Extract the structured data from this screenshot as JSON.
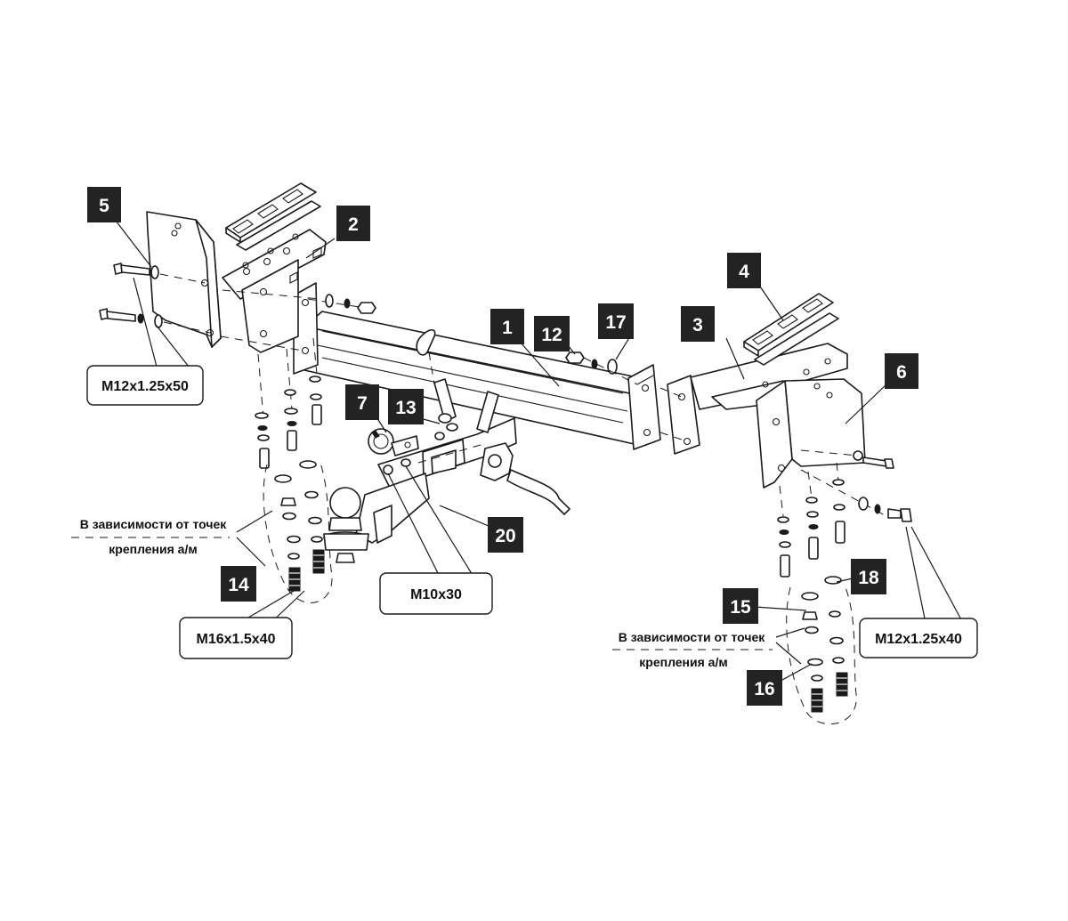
{
  "diagram": {
    "title": "Tow bar assembly exploded view",
    "part_numbers": {
      "p1": "1",
      "p2": "2",
      "p3": "3",
      "p4": "4",
      "p5": "5",
      "p6": "6",
      "p7": "7",
      "p12": "12",
      "p13": "13",
      "p14": "14",
      "p15": "15",
      "p16": "16",
      "p17": "17",
      "p18": "18",
      "p20": "20"
    },
    "fasteners": {
      "left_bolt": "M12x1.25x50",
      "ball_bolt": "M16x1.5x40",
      "socket_bolt": "M10x30",
      "right_bolt": "M12x1.25x40"
    },
    "notes": {
      "left_line1": "В зависимости от точек",
      "left_line2": "крепления а/м",
      "right_line1": "В зависимости от точек",
      "right_line2": "крепления а/м"
    }
  }
}
